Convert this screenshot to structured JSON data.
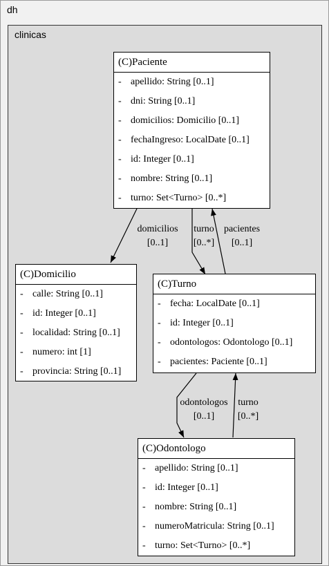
{
  "package_outer": {
    "name": "dh"
  },
  "package_inner": {
    "name": "clinicas"
  },
  "classes": {
    "paciente": {
      "title": "(C)Paciente",
      "attributes": [
        "apellido: String [0..1]",
        "dni: String [0..1]",
        "domicilios: Domicilio [0..1]",
        "fechaIngreso: LocalDate [0..1]",
        "id: Integer [0..1]",
        "nombre: String [0..1]",
        "turno: Set<Turno> [0..*]"
      ]
    },
    "domicilio": {
      "title": "(C)Domicilio",
      "attributes": [
        "calle: String [0..1]",
        "id: Integer [0..1]",
        "localidad: String [0..1]",
        "numero: int [1]",
        "provincia: String [0..1]"
      ]
    },
    "turno": {
      "title": "(C)Turno",
      "attributes": [
        "fecha: LocalDate [0..1]",
        "id: Integer [0..1]",
        "odontologos: Odontologo [0..1]",
        "pacientes: Paciente [0..1]"
      ]
    },
    "odontologo": {
      "title": "(C)Odontologo",
      "attributes": [
        "apellido: String [0..1]",
        "id: Integer [0..1]",
        "nombre: String [0..1]",
        "numeroMatricula: String [0..1]",
        "turno: Set<Turno> [0..*]"
      ]
    }
  },
  "associations": {
    "paciente_domicilios": {
      "name": "domicilios",
      "multiplicity": "[0..1]"
    },
    "paciente_turno": {
      "name": "turno",
      "multiplicity": "[0..*]"
    },
    "turno_pacientes": {
      "name": "pacientes",
      "multiplicity": "[0..1]"
    },
    "turno_odontologos": {
      "name": "odontologos",
      "multiplicity": "[0..1]"
    },
    "odontologo_turno": {
      "name": "turno",
      "multiplicity": "[0..*]"
    }
  },
  "colors": {
    "package_outer_bg": "#f1f1f1",
    "package_inner_bg": "#dcdcdc",
    "class_bg": "#ffffff",
    "line": "#000000"
  }
}
